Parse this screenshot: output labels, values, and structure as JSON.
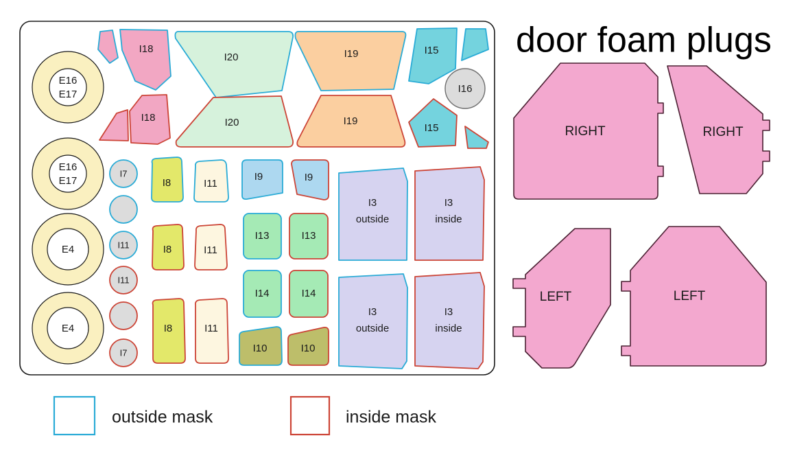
{
  "title": "door foam plugs",
  "panel": {
    "name": "mask-sheet-panel",
    "border_color": "#1a1a1a",
    "background": "#ffffff"
  },
  "legend": {
    "items": [
      {
        "label": "outside mask",
        "stroke": "#29ABD6"
      },
      {
        "label": "inside mask",
        "stroke": "#CC4436"
      }
    ]
  },
  "colors": {
    "outside_stroke": "#29ABD6",
    "inside_stroke": "#CC4436",
    "pink": "#F2A7C3",
    "mint": "#D6F2DC",
    "peach": "#FBCFA0",
    "cyan": "#74D3DE",
    "grey": "#DCDCDC",
    "cream": "#F6F0DC",
    "yellow_green": "#E3E86A",
    "ivory": "#FDF6E0",
    "light_blue": "#ADD8F0",
    "green": "#A5EAB5",
    "olive": "#BDBE6A",
    "lavender": "#D6D3F0",
    "plug_pink": "#F3A8CF"
  },
  "rings": [
    {
      "name": "ring-e16-e17-top",
      "lines": [
        "E16",
        "E17"
      ]
    },
    {
      "name": "ring-e16-e17-bottom",
      "lines": [
        "E16",
        "E17"
      ]
    },
    {
      "name": "ring-e4-top",
      "lines": [
        "E4"
      ]
    },
    {
      "name": "ring-e4-bottom",
      "lines": [
        "E4"
      ]
    }
  ],
  "small_circles": [
    {
      "name": "circle-i7-outside",
      "label": "I7",
      "mask": "outside"
    },
    {
      "name": "circle-blank-outside",
      "label": "",
      "mask": "outside"
    },
    {
      "name": "circle-i11-outside",
      "label": "I11",
      "mask": "outside"
    },
    {
      "name": "circle-i11-inside",
      "label": "I11",
      "mask": "inside"
    },
    {
      "name": "circle-blank-inside",
      "label": "",
      "mask": "inside"
    },
    {
      "name": "circle-i7-inside",
      "label": "I7",
      "mask": "inside"
    }
  ],
  "shapes": [
    {
      "name": "shape-i18-outside-sliver",
      "label": "",
      "mask": "outside",
      "fill": "pink"
    },
    {
      "name": "shape-i18-outside",
      "label": "I18",
      "mask": "outside",
      "fill": "pink"
    },
    {
      "name": "shape-i20-outside",
      "label": "I20",
      "mask": "outside",
      "fill": "mint"
    },
    {
      "name": "shape-i19-outside",
      "label": "I19",
      "mask": "outside",
      "fill": "peach"
    },
    {
      "name": "shape-i15-outside",
      "label": "I15",
      "mask": "outside",
      "fill": "cyan"
    },
    {
      "name": "shape-i15-outside-sliver",
      "label": "",
      "mask": "outside",
      "fill": "cyan"
    },
    {
      "name": "shape-i16",
      "label": "I16",
      "mask": "plain",
      "fill": "grey"
    },
    {
      "name": "shape-i18-inside-sliver",
      "label": "",
      "mask": "inside",
      "fill": "pink"
    },
    {
      "name": "shape-i18-inside",
      "label": "I18",
      "mask": "inside",
      "fill": "pink"
    },
    {
      "name": "shape-i20-inside",
      "label": "I20",
      "mask": "inside",
      "fill": "mint"
    },
    {
      "name": "shape-i19-inside",
      "label": "I19",
      "mask": "inside",
      "fill": "peach"
    },
    {
      "name": "shape-i15-inside",
      "label": "I15",
      "mask": "inside",
      "fill": "cyan"
    },
    {
      "name": "shape-i15-inside-sliver",
      "label": "",
      "mask": "inside",
      "fill": "cyan"
    },
    {
      "name": "shape-i8-outside",
      "label": "I8",
      "mask": "outside",
      "fill": "yellow_green"
    },
    {
      "name": "shape-i8-inside-1",
      "label": "I8",
      "mask": "inside",
      "fill": "yellow_green"
    },
    {
      "name": "shape-i8-inside-2",
      "label": "I8",
      "mask": "inside",
      "fill": "yellow_green"
    },
    {
      "name": "shape-i11-outside",
      "label": "I11",
      "mask": "outside",
      "fill": "ivory"
    },
    {
      "name": "shape-i11-inside-1",
      "label": "I11",
      "mask": "inside",
      "fill": "ivory"
    },
    {
      "name": "shape-i11-inside-2",
      "label": "I11",
      "mask": "inside",
      "fill": "ivory"
    },
    {
      "name": "shape-i9-outside",
      "label": "I9",
      "mask": "outside",
      "fill": "light_blue"
    },
    {
      "name": "shape-i9-inside",
      "label": "I9",
      "mask": "inside",
      "fill": "light_blue"
    },
    {
      "name": "shape-i13-outside",
      "label": "I13",
      "mask": "outside",
      "fill": "green"
    },
    {
      "name": "shape-i13-inside",
      "label": "I13",
      "mask": "inside",
      "fill": "green"
    },
    {
      "name": "shape-i14-outside",
      "label": "I14",
      "mask": "outside",
      "fill": "green"
    },
    {
      "name": "shape-i14-inside",
      "label": "I14",
      "mask": "inside",
      "fill": "green"
    },
    {
      "name": "shape-i10-outside",
      "label": "I10",
      "mask": "outside",
      "fill": "olive"
    },
    {
      "name": "shape-i10-inside",
      "label": "I10",
      "mask": "inside",
      "fill": "olive"
    },
    {
      "name": "shape-i3-outside-top",
      "label": [
        "I3",
        "outside"
      ],
      "mask": "outside",
      "fill": "lavender"
    },
    {
      "name": "shape-i3-inside-top",
      "label": [
        "I3",
        "inside"
      ],
      "mask": "inside",
      "fill": "lavender"
    },
    {
      "name": "shape-i3-outside-bottom",
      "label": [
        "I3",
        "outside"
      ],
      "mask": "outside",
      "fill": "lavender"
    },
    {
      "name": "shape-i3-inside-bottom",
      "label": [
        "I3",
        "inside"
      ],
      "mask": "inside",
      "fill": "lavender"
    }
  ],
  "plugs": [
    {
      "name": "plug-right-large",
      "label": "RIGHT"
    },
    {
      "name": "plug-right-small",
      "label": "RIGHT"
    },
    {
      "name": "plug-left-small",
      "label": "LEFT"
    },
    {
      "name": "plug-left-large",
      "label": "LEFT"
    }
  ],
  "labels": {
    "i18": "I18",
    "i20": "I20",
    "i19": "I19",
    "i15": "I15",
    "i16": "I16",
    "i7": "I7",
    "i8": "I8",
    "i9": "I9",
    "i10": "I10",
    "i11": "I11",
    "i13": "I13",
    "i14": "I14",
    "i3": "I3",
    "outside": "outside",
    "inside": "inside",
    "e16": "E16",
    "e17": "E17",
    "e4": "E4",
    "right": "RIGHT",
    "left": "LEFT"
  }
}
